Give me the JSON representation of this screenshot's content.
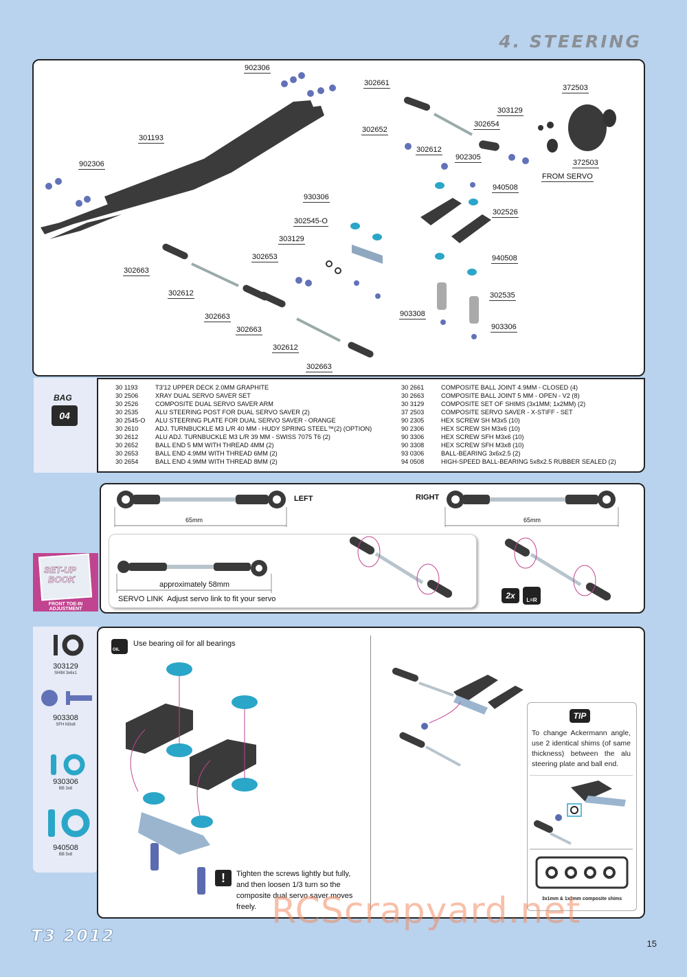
{
  "header": {
    "title": "4. STEERING"
  },
  "exploded_labels": [
    {
      "id": "l1",
      "text": "902306"
    },
    {
      "id": "l2",
      "text": "302661"
    },
    {
      "id": "l3",
      "text": "372503"
    },
    {
      "id": "l4",
      "text": "303129"
    },
    {
      "id": "l5",
      "text": "302654"
    },
    {
      "id": "l6",
      "text": "302652"
    },
    {
      "id": "l7",
      "text": "301193"
    },
    {
      "id": "l8",
      "text": "302612"
    },
    {
      "id": "l9",
      "text": "902305"
    },
    {
      "id": "l10",
      "text": "372503"
    },
    {
      "id": "l11",
      "text": "902306"
    },
    {
      "id": "l12",
      "text": "FROM SERVO"
    },
    {
      "id": "l13",
      "text": "940508"
    },
    {
      "id": "l14",
      "text": "930306"
    },
    {
      "id": "l15",
      "text": "302526"
    },
    {
      "id": "l16",
      "text": "302545-O"
    },
    {
      "id": "l17",
      "text": "303129"
    },
    {
      "id": "l18",
      "text": "302653"
    },
    {
      "id": "l19",
      "text": "940508"
    },
    {
      "id": "l20",
      "text": "302663"
    },
    {
      "id": "l21",
      "text": "302612"
    },
    {
      "id": "l22",
      "text": "302535"
    },
    {
      "id": "l23",
      "text": "903308"
    },
    {
      "id": "l24",
      "text": "302663"
    },
    {
      "id": "l25",
      "text": "903306"
    },
    {
      "id": "l26",
      "text": "302663"
    },
    {
      "id": "l27",
      "text": "302612"
    },
    {
      "id": "l28",
      "text": "302663"
    }
  ],
  "bag": {
    "word": "BAG",
    "number": "04"
  },
  "parts_left": [
    {
      "code": "30 1193",
      "desc": "T3'12 UPPER DECK 2.0MM GRAPHITE"
    },
    {
      "code": "30 2506",
      "desc": "XRAY DUAL SERVO SAVER SET"
    },
    {
      "code": "30 2526",
      "desc": "COMPOSITE DUAL SERVO SAVER ARM"
    },
    {
      "code": "30 2535",
      "desc": "ALU STEERING POST FOR DUAL SERVO SAVER (2)"
    },
    {
      "code": "30 2545-O",
      "desc": "ALU STEERING PLATE FOR DUAL SERVO SAVER - ORANGE"
    },
    {
      "code": "30 2610",
      "desc": "ADJ. TURNBUCKLE M3 L/R 40 MM  - HUDY SPRING STEEL™(2) (OPTION)"
    },
    {
      "code": "30 2612",
      "desc": "ALU ADJ. TURNBUCKLE M3 L/R 39 MM - SWISS 7075 T6 (2)"
    },
    {
      "code": "30 2652",
      "desc": "BALL END 5 MM WITH THREAD 4MM (2)"
    },
    {
      "code": "30 2653",
      "desc": "BALL END 4.9MM WITH THREAD 6MM (2)"
    },
    {
      "code": "30 2654",
      "desc": "BALL END 4.9MM WITH THREAD 8MM (2)"
    }
  ],
  "parts_right": [
    {
      "code": "30 2661",
      "desc": "COMPOSITE BALL JOINT 4.9MM - CLOSED (4)"
    },
    {
      "code": "30 2663",
      "desc": "COMPOSITE BALL JOINT 5 MM - OPEN - V2 (8)"
    },
    {
      "code": "30 3129",
      "desc": "COMPOSITE SET OF SHIMS (3x1MM; 1x2MM) (2)"
    },
    {
      "code": "37 2503",
      "desc": "COMPOSITE SERVO SAVER - X-STIFF - SET"
    },
    {
      "code": "90 2305",
      "desc": "HEX SCREW SH M3x5  (10)"
    },
    {
      "code": "90 2306",
      "desc": "HEX SCREW SH M3x6  (10)"
    },
    {
      "code": "90 3306",
      "desc": "HEX SCREW SFH M3x6  (10)"
    },
    {
      "code": "90 3308",
      "desc": "HEX SCREW SFH M3x8  (10)"
    },
    {
      "code": "93 0306",
      "desc": "BALL-BEARING 3x6x2.5  (2)"
    },
    {
      "code": "94 0508",
      "desc": "HIGH-SPEED BALL-BEARING 5x8x2.5 RUBBER SEALED  (2)"
    }
  ],
  "links": {
    "left_label": "LEFT",
    "right_label": "RIGHT",
    "left_length": "65mm",
    "right_length": "65mm",
    "servo_length": "approximately 58mm",
    "servo_link_title": "SERVO LINK",
    "servo_link_note": "Adjust servo link to fit your servo",
    "qty": "2x",
    "lr": "L=R"
  },
  "setup_book": {
    "line1": "SET-UP",
    "line2": "BOOK",
    "caption": "FRONT TOE-IN ADJUSTMENT"
  },
  "sidebar_parts": [
    {
      "code": "303129",
      "desc": "SHIM 3x6x1"
    },
    {
      "code": "903308",
      "desc": "SFH M3x8"
    },
    {
      "code": "930306",
      "desc": "BB 3x6"
    },
    {
      "code": "940508",
      "desc": "BB 5x8"
    }
  ],
  "oil": {
    "badge": "OIL",
    "note": "Use bearing oil for all bearings"
  },
  "warning": {
    "symbol": "!",
    "text": "Tighten the screws lightly but fully, and then loosen 1/3 turn so the composite dual servo saver moves freely."
  },
  "tip": {
    "badge": "TIP",
    "text": "To change Ackermann angle, use 2 identical shims (of same thickness) between the alu steering plate and ball end.",
    "shims_caption": "3x1mm & 1x2mm composite shims"
  },
  "footer": {
    "logo": "T3 2012",
    "page": "15"
  },
  "watermark": "RCScrapyard.net",
  "colors": {
    "page_bg": "#b9d3ee",
    "pink": "#c0448f",
    "bearing": "#2aa6c8",
    "screw": "#5b6bb0",
    "arm": "#3a3a3a"
  }
}
